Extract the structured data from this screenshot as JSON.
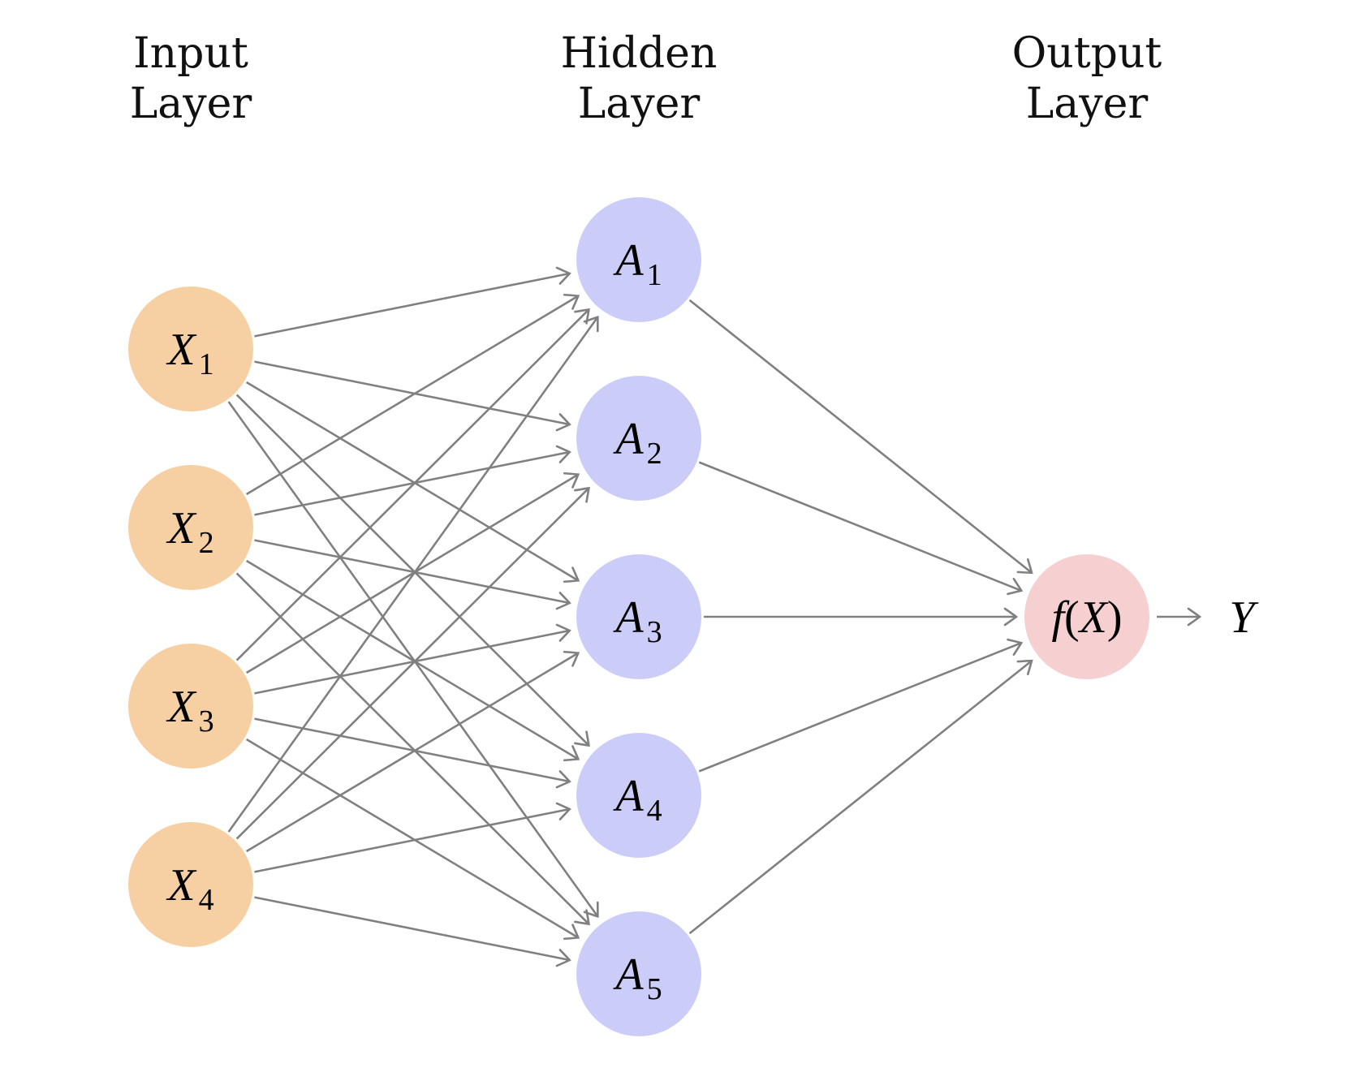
{
  "titles": {
    "input": [
      "Input",
      "Layer"
    ],
    "hidden": [
      "Hidden",
      "Layer"
    ],
    "output": [
      "Output",
      "Layer"
    ]
  },
  "layers": {
    "input": {
      "color": "#F6CFA2",
      "nodes": [
        {
          "id": "X1",
          "base": "X",
          "sub": "1"
        },
        {
          "id": "X2",
          "base": "X",
          "sub": "2"
        },
        {
          "id": "X3",
          "base": "X",
          "sub": "3"
        },
        {
          "id": "X4",
          "base": "X",
          "sub": "4"
        }
      ]
    },
    "hidden": {
      "color": "#CCCCF8",
      "nodes": [
        {
          "id": "A1",
          "base": "A",
          "sub": "1"
        },
        {
          "id": "A2",
          "base": "A",
          "sub": "2"
        },
        {
          "id": "A3",
          "base": "A",
          "sub": "3"
        },
        {
          "id": "A4",
          "base": "A",
          "sub": "4"
        },
        {
          "id": "A5",
          "base": "A",
          "sub": "5"
        }
      ]
    },
    "output": {
      "color": "#F6CFD0",
      "nodes": [
        {
          "id": "fX",
          "label": "f(X)"
        }
      ]
    }
  },
  "connections": "fully-connected input→hidden→output",
  "result_label": "Y",
  "edge_color": "#808080"
}
